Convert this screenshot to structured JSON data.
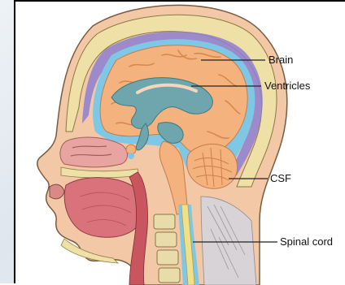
{
  "labels": {
    "brain": "Brain",
    "ventricles": "Ventricles",
    "csf": "CSF",
    "spinal_cord": "Spinal cord"
  },
  "colors": {
    "brain": "#f4b37e",
    "brain_fold": "#d9864f",
    "ventricle": "#6fa6ad",
    "csf": "#7ec8e6",
    "dura": "#8d7fd1",
    "skull": "#efe0a8",
    "skin": "#f2c8a6",
    "tongue": "#d9727a",
    "spinal_cord": "#f0e08a",
    "vertebra": "#e8dcaa"
  }
}
